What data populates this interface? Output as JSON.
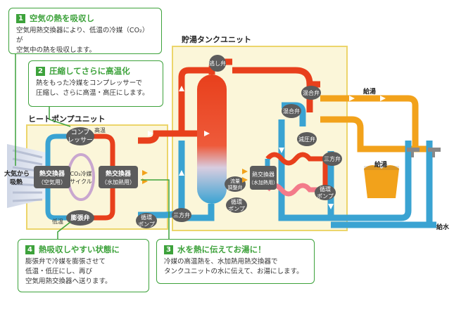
{
  "callouts": [
    {
      "number": "1",
      "title": "空気の熱を吸収し",
      "body": "空気用熱交換器により、低温の冷媒（CO₂）が\n空気中の熱を吸収します。"
    },
    {
      "number": "2",
      "title": "圧縮してさらに高温化",
      "body": "熱をもった冷媒をコンプレッサーで\n圧縮し、さらに高温・高圧にします。"
    },
    {
      "number": "3",
      "title": "水を熱に伝えてお湯に！",
      "body": "冷媒の高温熱を、水加熱用熱交換器で\nタンクユニットの水に伝えて、お湯にします。"
    },
    {
      "number": "4",
      "title": "熱吸収しやすい状態に",
      "body": "膨張弁で冷媒を膨張させて\n低温・低圧にし、再び\n空気用熱交換器へ送ります。"
    }
  ],
  "units": {
    "heat_pump": "ヒートポンプユニット",
    "tank": "貯湯タンクユニット"
  },
  "labels": {
    "air_in_1": "大気から",
    "air_in_2": "吸熱",
    "hp_hex_1": "熱交換器",
    "hp_hex_2": "（空気用）",
    "co2_1": "CO₂冷媒",
    "co2_2": "サイクル",
    "compressor_1": "コンプ",
    "compressor_2": "レッサー",
    "high_temp": "高温",
    "low_temp": "低温",
    "expansion": "膨張弁",
    "water_hex_1": "熱交換器",
    "water_hex_2": "（水加熱用）",
    "circ_pump_1": "循環",
    "circ_pump_2": "ポンプ",
    "three_way": "三方弁",
    "relief": "逃し弁",
    "tank_hex_1": "熱交換器",
    "tank_hex_2": "（水加熱用）",
    "flow_valve_1": "流量",
    "flow_valve_2": "調整弁",
    "mix_valve": "混合弁",
    "pressure_valve": "減圧弁",
    "hot_supply": "給湯",
    "bath": "給湯",
    "water_supply": "給水"
  },
  "colors": {
    "hot": "#e8401c",
    "cold": "#3aa3d2",
    "pipe_orange": "#f2a21b",
    "unit_bg": "#fbf6d9",
    "unit_border": "#ecd56b",
    "green": "#3da23b",
    "device": "#555555"
  }
}
